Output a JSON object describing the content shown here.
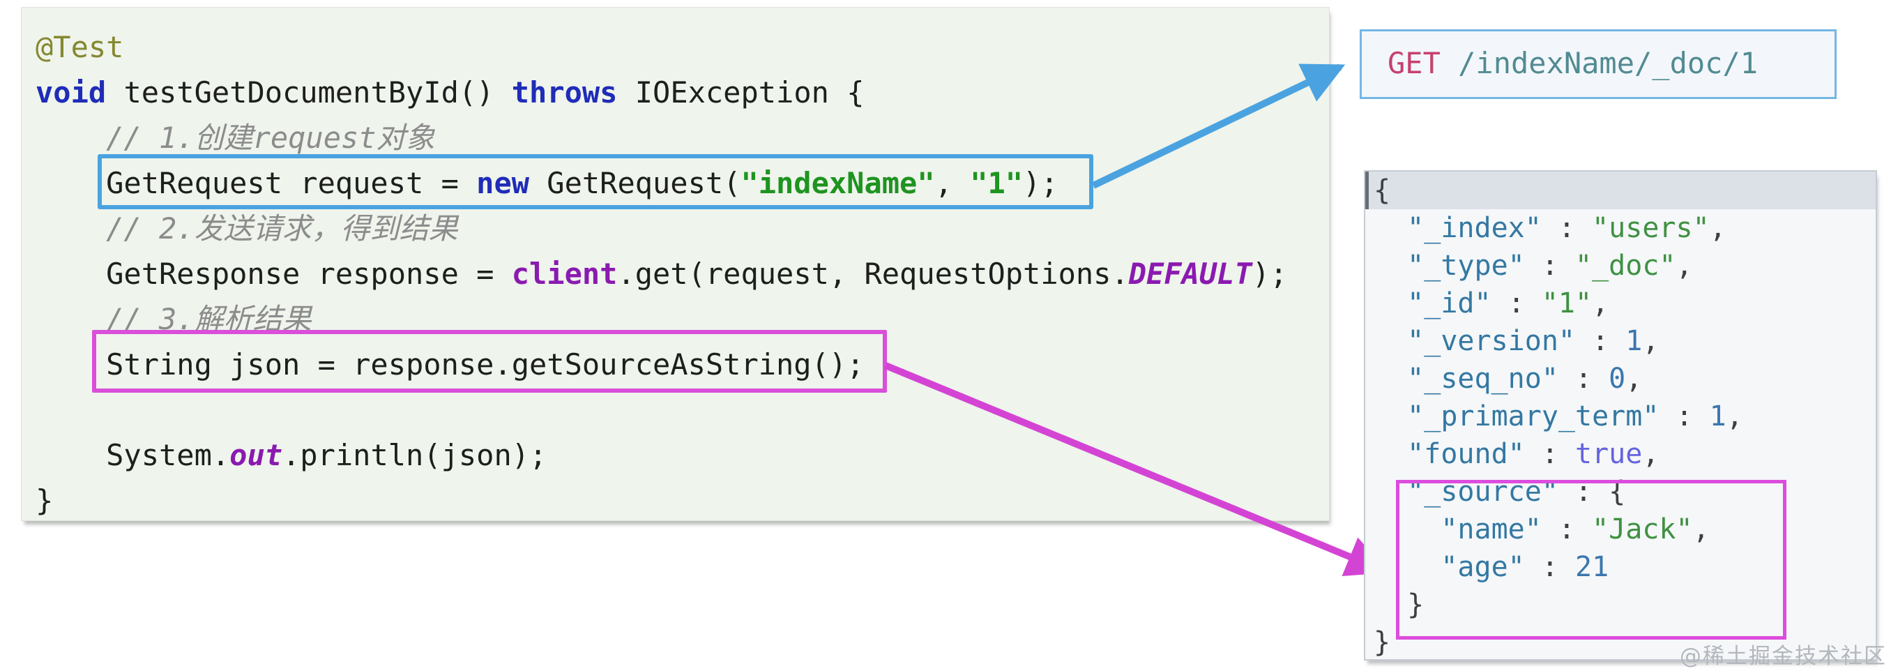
{
  "code_panel": {
    "language": "java",
    "lines": [
      {
        "tokens": [
          {
            "c": "ann",
            "t": "@Test"
          }
        ]
      },
      {
        "tokens": [
          {
            "c": "kw",
            "t": "void"
          },
          {
            "c": "pl",
            "t": " testGetDocumentById() "
          },
          {
            "c": "kw",
            "t": "throws"
          },
          {
            "c": "pl",
            "t": " IOException {"
          }
        ]
      },
      {
        "tokens": [
          {
            "c": "cm",
            "t": "    // 1.创建request对象"
          }
        ]
      },
      {
        "tokens": [
          {
            "c": "pl",
            "t": "    GetRequest request = "
          },
          {
            "c": "kw",
            "t": "new"
          },
          {
            "c": "pl",
            "t": " GetRequest("
          },
          {
            "c": "st",
            "t": "\"indexName\""
          },
          {
            "c": "pl",
            "t": ", "
          },
          {
            "c": "st",
            "t": "\"1\""
          },
          {
            "c": "pl",
            "t": ");"
          }
        ]
      },
      {
        "tokens": [
          {
            "c": "cm",
            "t": "    // 2.发送请求，得到结果"
          }
        ]
      },
      {
        "tokens": [
          {
            "c": "pl",
            "t": "    GetResponse response = "
          },
          {
            "c": "fd",
            "t": "client"
          },
          {
            "c": "pl",
            "t": ".get(request, RequestOptions."
          },
          {
            "c": "cn",
            "t": "DEFAULT"
          },
          {
            "c": "pl",
            "t": ");"
          }
        ]
      },
      {
        "tokens": [
          {
            "c": "cm",
            "t": "    // 3.解析结果"
          }
        ]
      },
      {
        "tokens": [
          {
            "c": "pl",
            "t": "    String json = response.getSourceAsString();"
          }
        ]
      },
      {
        "tokens": []
      },
      {
        "tokens": [
          {
            "c": "pl",
            "t": "    System."
          },
          {
            "c": "cn",
            "t": "out"
          },
          {
            "c": "pl",
            "t": ".println(json);"
          }
        ]
      },
      {
        "tokens": [
          {
            "c": "pl",
            "t": "}"
          }
        ]
      }
    ]
  },
  "get_box": {
    "tokens": [
      {
        "c": "method",
        "t": "GET"
      },
      {
        "c": "path",
        "t": " /indexName/_doc/1"
      }
    ]
  },
  "json_panel": {
    "lines": [
      {
        "tokens": [
          {
            "c": "pu",
            "t": "{"
          }
        ]
      },
      {
        "tokens": [
          {
            "c": "pu",
            "t": "  "
          },
          {
            "c": "key",
            "t": "\"_index\""
          },
          {
            "c": "pu",
            "t": " : "
          },
          {
            "c": "sv",
            "t": "\"users\""
          },
          {
            "c": "pu",
            "t": ","
          }
        ]
      },
      {
        "tokens": [
          {
            "c": "pu",
            "t": "  "
          },
          {
            "c": "key",
            "t": "\"_type\""
          },
          {
            "c": "pu",
            "t": " : "
          },
          {
            "c": "sv",
            "t": "\"_doc\""
          },
          {
            "c": "pu",
            "t": ","
          }
        ]
      },
      {
        "tokens": [
          {
            "c": "pu",
            "t": "  "
          },
          {
            "c": "key",
            "t": "\"_id\""
          },
          {
            "c": "pu",
            "t": " : "
          },
          {
            "c": "sv",
            "t": "\"1\""
          },
          {
            "c": "pu",
            "t": ","
          }
        ]
      },
      {
        "tokens": [
          {
            "c": "pu",
            "t": "  "
          },
          {
            "c": "key",
            "t": "\"_version\""
          },
          {
            "c": "pu",
            "t": " : "
          },
          {
            "c": "nm",
            "t": "1"
          },
          {
            "c": "pu",
            "t": ","
          }
        ]
      },
      {
        "tokens": [
          {
            "c": "pu",
            "t": "  "
          },
          {
            "c": "key",
            "t": "\"_seq_no\""
          },
          {
            "c": "pu",
            "t": " : "
          },
          {
            "c": "nm",
            "t": "0"
          },
          {
            "c": "pu",
            "t": ","
          }
        ]
      },
      {
        "tokens": [
          {
            "c": "pu",
            "t": "  "
          },
          {
            "c": "key",
            "t": "\"_primary_term\""
          },
          {
            "c": "pu",
            "t": " : "
          },
          {
            "c": "nm",
            "t": "1"
          },
          {
            "c": "pu",
            "t": ","
          }
        ]
      },
      {
        "tokens": [
          {
            "c": "pu",
            "t": "  "
          },
          {
            "c": "key",
            "t": "\"found\""
          },
          {
            "c": "pu",
            "t": " : "
          },
          {
            "c": "bool",
            "t": "true"
          },
          {
            "c": "pu",
            "t": ","
          }
        ]
      },
      {
        "tokens": [
          {
            "c": "pu",
            "t": "  "
          },
          {
            "c": "key",
            "t": "\"_source\""
          },
          {
            "c": "pu",
            "t": " : {"
          }
        ]
      },
      {
        "tokens": [
          {
            "c": "pu",
            "t": "    "
          },
          {
            "c": "key",
            "t": "\"name\""
          },
          {
            "c": "pu",
            "t": " : "
          },
          {
            "c": "sv",
            "t": "\"Jack\""
          },
          {
            "c": "pu",
            "t": ","
          }
        ]
      },
      {
        "tokens": [
          {
            "c": "pu",
            "t": "    "
          },
          {
            "c": "key",
            "t": "\"age\""
          },
          {
            "c": "pu",
            "t": " : "
          },
          {
            "c": "nm",
            "t": "21"
          }
        ]
      },
      {
        "tokens": [
          {
            "c": "pu",
            "t": "  }"
          }
        ]
      },
      {
        "tokens": [
          {
            "c": "pu",
            "t": "}"
          }
        ]
      }
    ]
  },
  "watermark": {
    "text": "@稀土掘金技术社区"
  },
  "colors": {
    "accent_blue": "#4aa3e0",
    "accent_magenta": "#d94fd9",
    "code_background": "#eff4ec",
    "json_background": "#f5f7f9",
    "get_box_background": "#f3f7fb",
    "get_method": "#c6416e",
    "get_path": "#518b91",
    "json_key": "#3478a2",
    "json_string": "#3f9142",
    "json_number": "#3b76ad",
    "json_boolean": "#6463de",
    "keyword_blue": "#1f2cb8",
    "member_purple": "#8a1ab0",
    "string_green": "#1e9420",
    "comment_gray": "#8c8c8c",
    "annotation_olive": "#84882f"
  }
}
